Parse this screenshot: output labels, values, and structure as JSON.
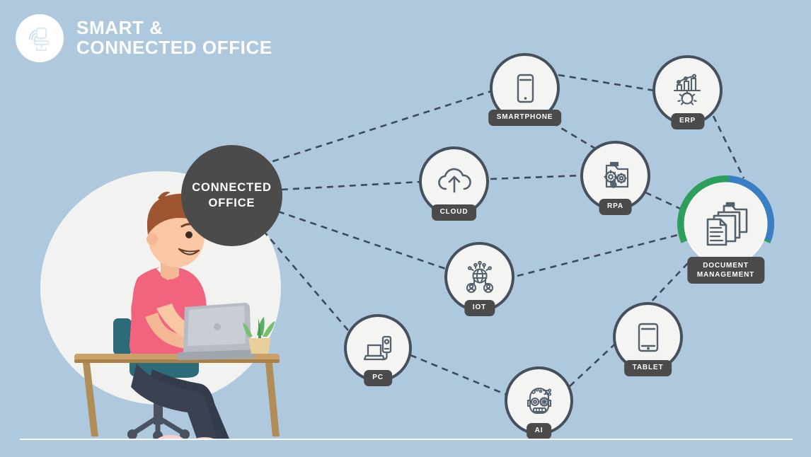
{
  "header": {
    "logo_icon": "office-chair-wifi-icon",
    "title_line1": "SMART &",
    "title_line2": "CONNECTED OFFICE"
  },
  "hub": {
    "label_line1": "CONNECTED",
    "label_line2": "OFFICE",
    "color": "#4b4b4b"
  },
  "illustration": {
    "name": "man-working-at-desk-illustration",
    "shirt_color": "#f2647e",
    "hair_color": "#9e5532",
    "chair_color": "#2d6b78",
    "desk_color": "#b08d59",
    "pants_color": "#3a4150",
    "backdrop_color": "#f2f2f0"
  },
  "canvas": {
    "background_color": "#aec8de",
    "connector_color": "#3d4a5c",
    "node_border_color": "#45505c",
    "node_fill_color": "#f4f4f2",
    "label_bg_color": "#4b4b4b",
    "highlight_green": "#2e9e5b",
    "highlight_blue": "#3a7fc4"
  },
  "nodes": [
    {
      "id": "smartphone",
      "label": "SMARTPHONE",
      "icon": "smartphone-icon",
      "highlighted": false
    },
    {
      "id": "erp",
      "label": "ERP",
      "icon": "bar-chart-gear-icon",
      "highlighted": false
    },
    {
      "id": "cloud",
      "label": "CLOUD",
      "icon": "cloud-upload-icon",
      "highlighted": false
    },
    {
      "id": "rpa",
      "label": "RPA",
      "icon": "folder-gears-icon",
      "highlighted": false
    },
    {
      "id": "dm",
      "label": "DOCUMENT\nMANAGEMENT",
      "label_line1": "DOCUMENT",
      "label_line2": "MANAGEMENT",
      "icon": "documents-folder-icon",
      "highlighted": true
    },
    {
      "id": "iot",
      "label": "IOT",
      "icon": "globe-network-users-icon",
      "highlighted": false
    },
    {
      "id": "pc",
      "label": "PC",
      "icon": "laptop-device-icon",
      "highlighted": false
    },
    {
      "id": "ai",
      "label": "AI",
      "icon": "robot-head-icon",
      "highlighted": false
    },
    {
      "id": "tablet",
      "label": "TABLET",
      "icon": "tablet-icon",
      "highlighted": false
    }
  ],
  "connections": [
    {
      "from": "hub",
      "to": "smartphone"
    },
    {
      "from": "hub",
      "to": "cloud"
    },
    {
      "from": "hub",
      "to": "iot"
    },
    {
      "from": "hub",
      "to": "pc"
    },
    {
      "from": "smartphone",
      "to": "erp"
    },
    {
      "from": "smartphone",
      "to": "rpa"
    },
    {
      "from": "cloud",
      "to": "rpa"
    },
    {
      "from": "erp",
      "to": "dm"
    },
    {
      "from": "rpa",
      "to": "dm"
    },
    {
      "from": "iot",
      "to": "dm"
    },
    {
      "from": "dm",
      "to": "tablet"
    },
    {
      "from": "pc",
      "to": "ai"
    },
    {
      "from": "ai",
      "to": "tablet"
    }
  ]
}
